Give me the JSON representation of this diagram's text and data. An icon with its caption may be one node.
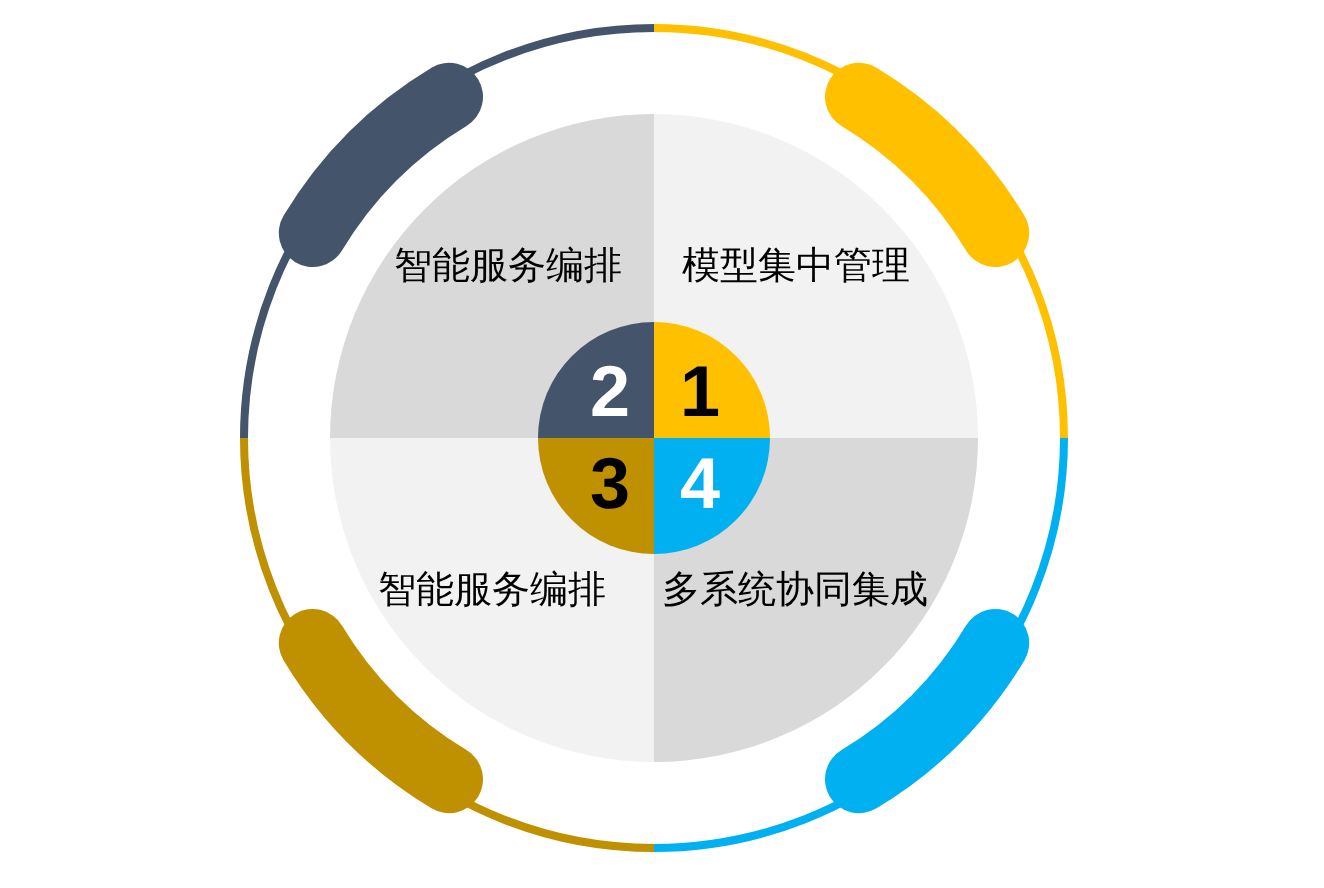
{
  "diagram": {
    "nodes": [
      {
        "text": [
          "智能服务编排"
        ]
      },
      {
        "text": [
          "模型集中管理"
        ]
      },
      {
        "text": [
          "2"
        ],
        "in": 0
      },
      {
        "text": [
          "1"
        ],
        "in": 1
      },
      {
        "text": [
          "3"
        ],
        "in": 6
      },
      {
        "text": [
          "4"
        ],
        "in": 7
      },
      {
        "text": [
          "智能服务编排"
        ]
      },
      {
        "text": [
          "多系统协同集成"
        ]
      }
    ]
  }
}
